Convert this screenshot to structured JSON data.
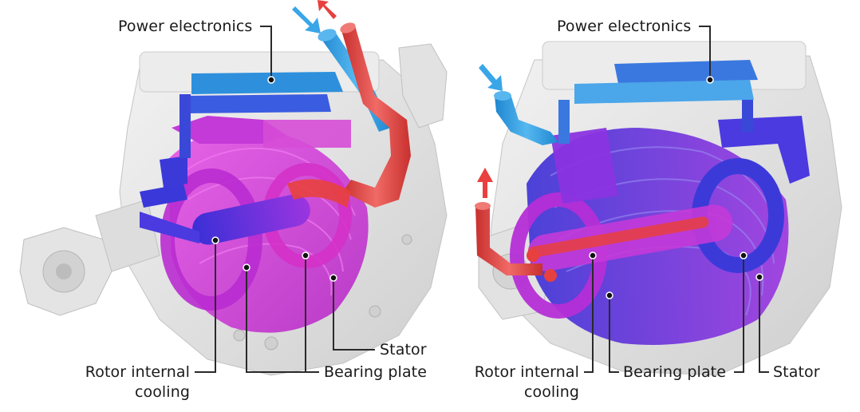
{
  "figure": {
    "description": "Two cutaway renderings of an electric motor cooling system (power electronics, stator, rotor, bearing plates) with coolant inlet (blue) and outlet (red) arrows",
    "colors": {
      "coolant_in": "#2aa0e6",
      "coolant_out": "#e8403e",
      "rotor_magenta": "#d42ad8",
      "rotor_violet": "#7a2bd8",
      "stator_blue": "#3b3ad9",
      "housing_gray": "#dcdcdc",
      "leader_line": "#2a2a2a"
    },
    "left": {
      "labels": {
        "power_electronics": "Power electronics",
        "stator": "Stator",
        "rotor_internal_cooling_line1": "Rotor internal",
        "rotor_internal_cooling_line2": "cooling",
        "bearing_plate": "Bearing plate"
      }
    },
    "right": {
      "labels": {
        "power_electronics": "Power electronics",
        "rotor_internal_cooling_line1": "Rotor internal",
        "rotor_internal_cooling_line2": "cooling",
        "bearing_plate": "Bearing plate",
        "stator": "Stator"
      }
    }
  }
}
